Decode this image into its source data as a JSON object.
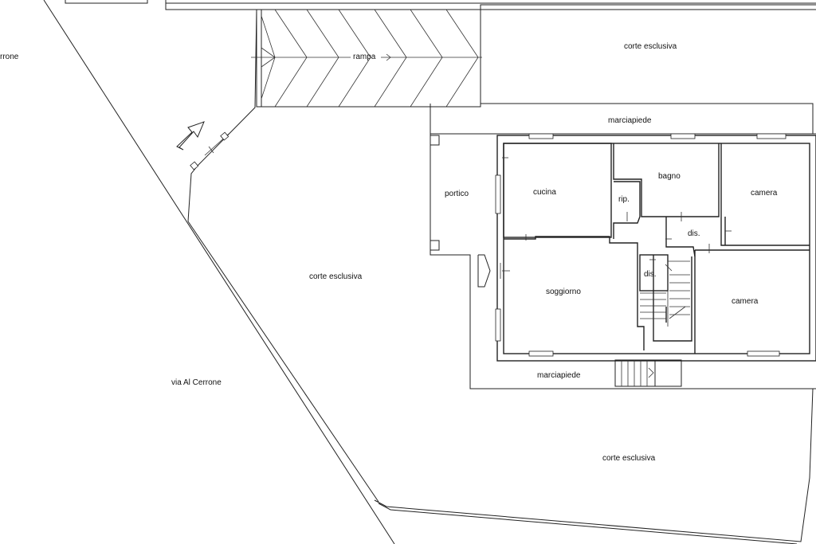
{
  "labels": {
    "street_left_fragment": "rrone",
    "rampa": "rampa",
    "corte_esclusiva_top": "corte esclusiva",
    "marciapiede_top": "marciapiede",
    "portico": "portico",
    "cucina": "cucina",
    "bagno": "bagno",
    "camera_upper": "camera",
    "rip": "rip.",
    "dis_upper": "dis.",
    "dis_lower": "dis.",
    "corte_esclusiva_mid": "corte esclusiva",
    "soggiorno": "soggiorno",
    "camera_lower": "camera",
    "marciapiede_bottom": "marciapiede",
    "via_al_cerrone": "via Al Cerrone",
    "corte_esclusiva_bottom": "corte esclusiva"
  }
}
